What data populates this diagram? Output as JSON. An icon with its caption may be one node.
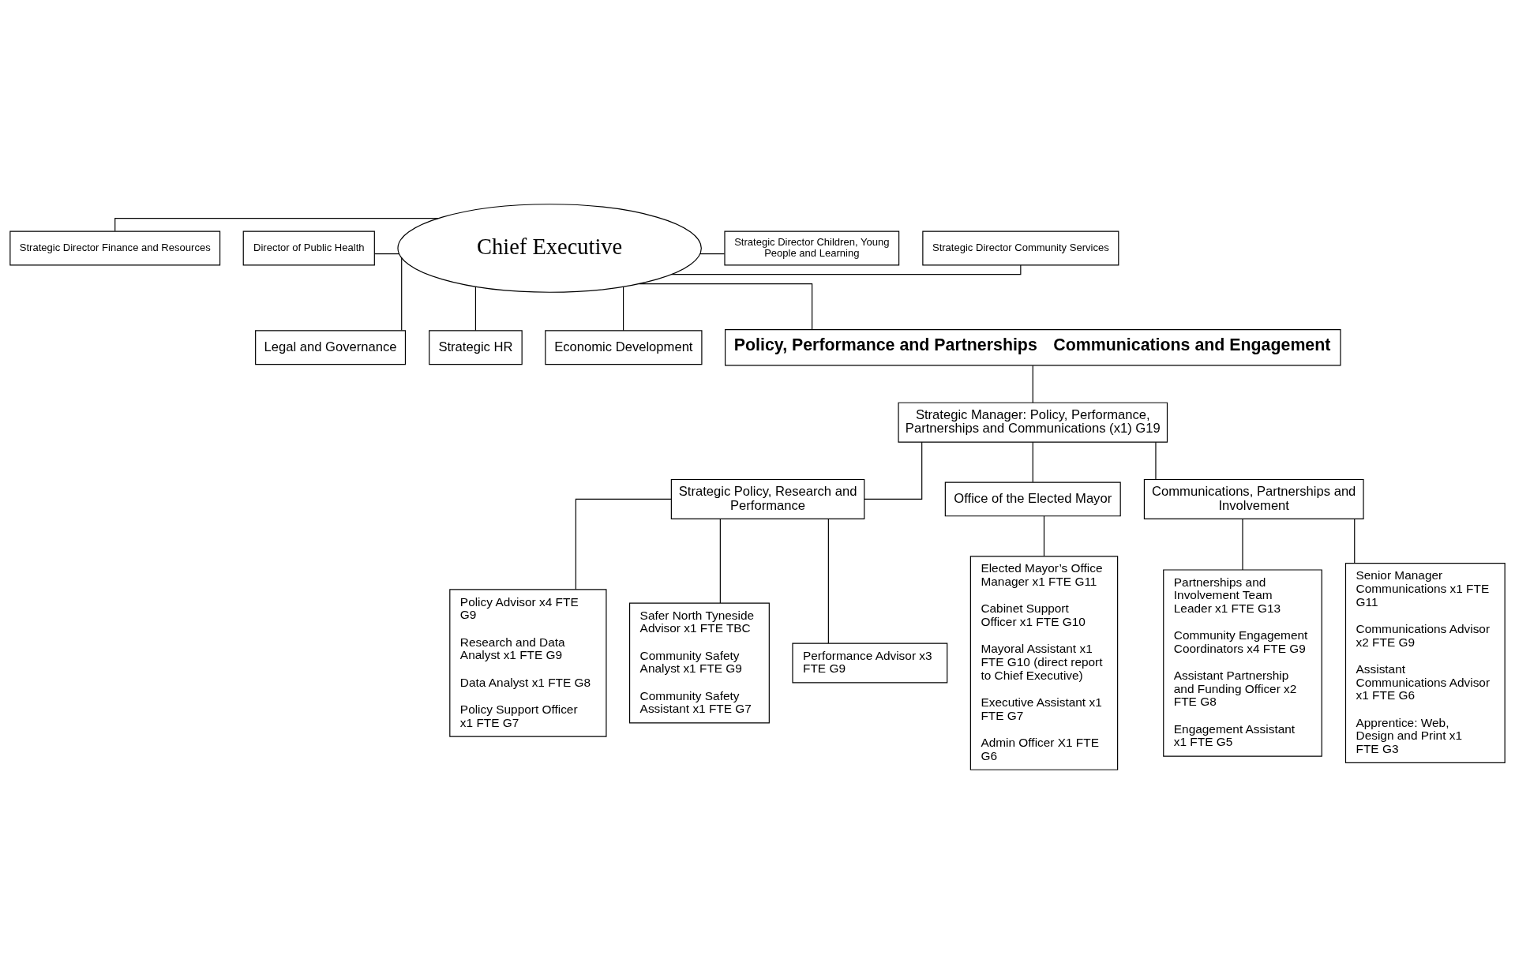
{
  "diagram": {
    "nodes": [
      {
        "text": [
          "Strategic Director Finance and Resources"
        ]
      },
      {
        "text": [
          "Director of Public Health"
        ]
      },
      {
        "text": [
          "Chief Executive"
        ]
      },
      {
        "text": [
          "Strategic Director Children, Young People and Learning"
        ]
      },
      {
        "text": [
          "Strategic Director Community Services"
        ]
      },
      {
        "text": [
          "Legal and Governance"
        ]
      },
      {
        "text": [
          "Strategic HR"
        ]
      },
      {
        "text": [
          "Economic Development"
        ]
      },
      {
        "text": [
          "Policy, Performance and Partnerships",
          "Communications and Engagement"
        ]
      },
      {
        "text": [
          "Strategic Manager: Policy, Performance, Partnerships and Communications (x1) G19"
        ]
      },
      {
        "text": [
          "Strategic Policy, Research and Performance"
        ]
      },
      {
        "text": [
          "Office of the Elected Mayor"
        ]
      },
      {
        "text": [
          "Communications, Partnerships and Involvement"
        ]
      },
      {
        "text": [
          "Policy Advisor x4 FTE G9",
          "Research and Data Analyst x1 FTE G9",
          "Data Analyst x1 FTE G8",
          "Policy Support Officer x1 FTE G7"
        ]
      },
      {
        "text": [
          "Safer North Tyneside Advisor x1 FTE TBC",
          "Community Safety Analyst x1 FTE G9",
          "Community Safety Assistant x1 FTE G7"
        ]
      },
      {
        "text": [
          "Performance Advisor x3 FTE G9"
        ]
      },
      {
        "text": [
          "Elected Mayor’s Office Manager x1 FTE G11",
          "Cabinet Support Officer x1 FTE G10",
          "Mayoral Assistant x1 FTE G10 (direct report to Chief Executive)",
          "Executive Assistant x1 FTE G7",
          "Admin Officer X1 FTE G6"
        ]
      },
      {
        "text": [
          "Partnerships and Involvement Team Leader x1 FTE G13",
          "Community Engagement Coordinators x4 FTE G9",
          "Assistant Partnership and Funding Officer x2 FTE G8",
          "Engagement Assistant x1 FTE G5"
        ]
      },
      {
        "text": [
          "Senior Manager Communications x1 FTE G11",
          "Communications Advisor x2 FTE G9",
          "Assistant Communications Advisor x1 FTE G6",
          "Apprentice: Web, Design and Print x1 FTE G3"
        ]
      }
    ],
    "edges": [
      {
        "from": 0,
        "to": 2,
        "arrow": "none"
      },
      {
        "from": 1,
        "to": 2,
        "arrow": "none"
      },
      {
        "from": 2,
        "to": 3,
        "arrow": "none"
      },
      {
        "from": 2,
        "to": 4,
        "arrow": "none"
      },
      {
        "from": 2,
        "to": 5,
        "arrow": "none"
      },
      {
        "from": 2,
        "to": 6,
        "arrow": "none"
      },
      {
        "from": 2,
        "to": 7,
        "arrow": "none"
      },
      {
        "from": 2,
        "to": 8,
        "arrow": "none"
      },
      {
        "from": 8,
        "to": 9,
        "arrow": "none"
      },
      {
        "from": 9,
        "to": 10,
        "arrow": "none"
      },
      {
        "from": 9,
        "to": 11,
        "arrow": "none"
      },
      {
        "from": 9,
        "to": 12,
        "arrow": "none"
      },
      {
        "from": 10,
        "to": 13,
        "arrow": "none"
      },
      {
        "from": 10,
        "to": 14,
        "arrow": "none"
      },
      {
        "from": 10,
        "to": 15,
        "arrow": "none"
      },
      {
        "from": 11,
        "to": 16,
        "arrow": "none"
      },
      {
        "from": 12,
        "to": 17,
        "arrow": "none"
      },
      {
        "from": 12,
        "to": 18,
        "arrow": "none"
      }
    ]
  }
}
